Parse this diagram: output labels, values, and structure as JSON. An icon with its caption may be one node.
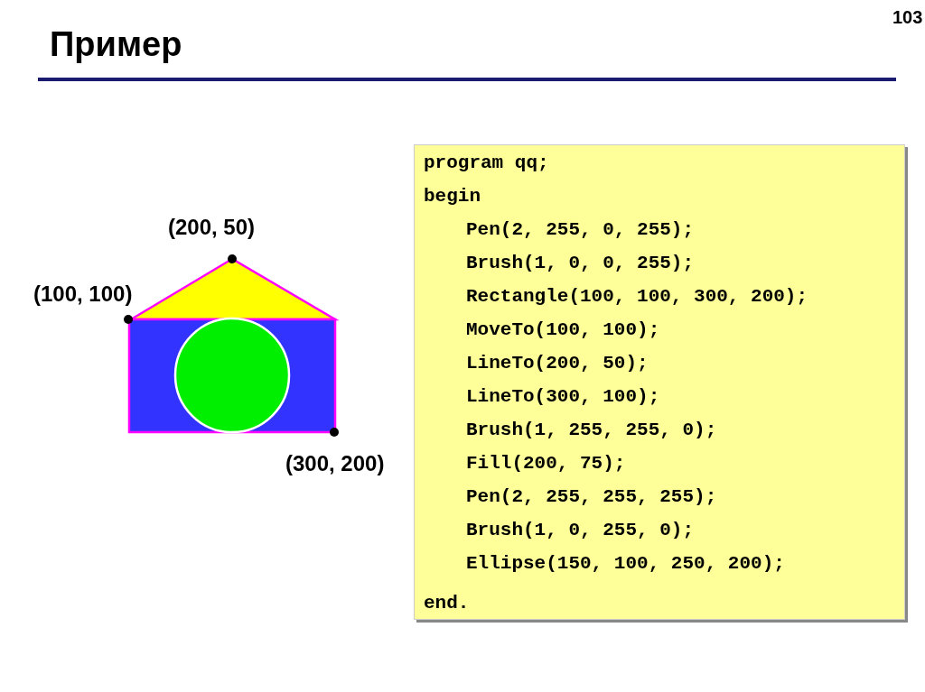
{
  "diagram": {
    "title": "Пример",
    "labels": [
      "103",
      "(200, 50)",
      "(100, 100)",
      "(300, 200)",
      "program qq;",
      "begin",
      "Pen(2, 255, 0, 255);",
      "Brush(1, 0, 0, 255);",
      "Rectangle(100, 100, 300, 200);",
      "MoveTo(100, 100);",
      "LineTo(200, 50);",
      "LineTo(300, 100);",
      "Brush(1, 255, 255, 0);",
      "Fill(200, 75);",
      "Pen(2, 255, 255, 255);",
      "Brush(1, 0, 255, 0);",
      "Ellipse(150, 100, 250, 200);",
      "end."
    ]
  }
}
